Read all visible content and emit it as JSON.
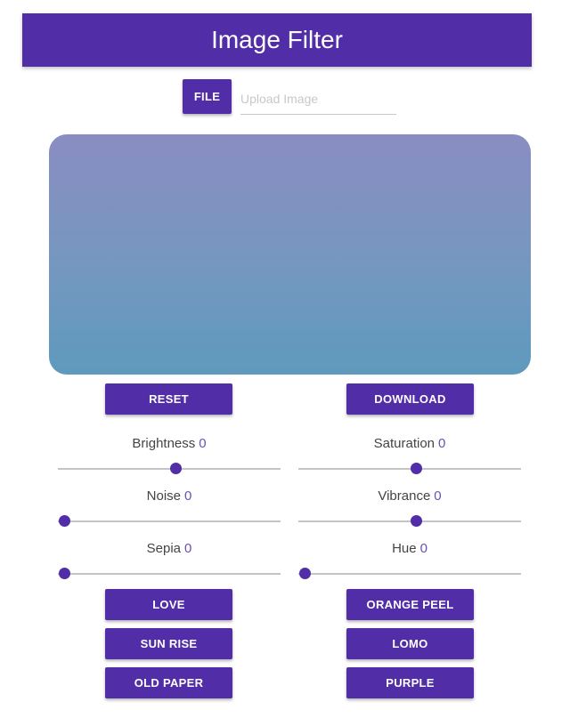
{
  "header": {
    "title": "Image Filter"
  },
  "upload": {
    "file_label": "FILE",
    "placeholder": "Upload Image",
    "value": ""
  },
  "actions": {
    "reset_label": "RESET",
    "download_label": "DOWNLOAD"
  },
  "sliders": {
    "brightness": {
      "label": "Brightness",
      "value": "0",
      "level": 0.5
    },
    "saturation": {
      "label": "Saturation",
      "value": "0",
      "level": 0.5
    },
    "noise": {
      "label": "Noise",
      "value": "0",
      "level": 0.0
    },
    "vibrance": {
      "label": "Vibrance",
      "value": "0",
      "level": 0.5
    },
    "sepia": {
      "label": "Sepia",
      "value": "0",
      "level": 0.0
    },
    "hue": {
      "label": "Hue",
      "value": "0",
      "level": 0.0
    }
  },
  "presets": {
    "love": "LOVE",
    "orange_peel": "ORANGE PEEL",
    "sun_rise": "SUN RISE",
    "lomo": "LOMO",
    "old_paper": "OLD PAPER",
    "purple": "PURPLE"
  },
  "colors": {
    "accent": "#512da8",
    "value_text": "#6a50b8",
    "track": "#c4c4c4"
  }
}
